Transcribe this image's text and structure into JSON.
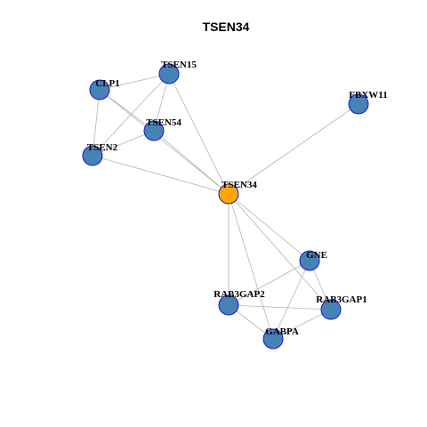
{
  "title": "TSEN34",
  "colors": {
    "hub_fill": "#FFA500",
    "node_fill": "#4682B4",
    "node_stroke": "#1a1acc",
    "edge": "#b4b4b4"
  },
  "nodes": [
    {
      "id": "TSEN34",
      "label": "TSEN34",
      "hub": true
    },
    {
      "id": "CLP1",
      "label": "CLP1"
    },
    {
      "id": "TSEN15",
      "label": "TSEN15"
    },
    {
      "id": "TSEN54",
      "label": "TSEN54"
    },
    {
      "id": "TSEN2",
      "label": "TSEN2"
    },
    {
      "id": "FBXW11",
      "label": "FBXW11"
    },
    {
      "id": "GNE",
      "label": "GNE"
    },
    {
      "id": "RAB3GAP2",
      "label": "RAB3GAP2"
    },
    {
      "id": "RAB3GAP1",
      "label": "RAB3GAP1"
    },
    {
      "id": "GABPA",
      "label": "GABPA"
    }
  ],
  "edges": [
    [
      "CLP1",
      "TSEN15"
    ],
    [
      "CLP1",
      "TSEN54"
    ],
    [
      "CLP1",
      "TSEN2"
    ],
    [
      "CLP1",
      "TSEN34"
    ],
    [
      "TSEN15",
      "TSEN54"
    ],
    [
      "TSEN15",
      "TSEN2"
    ],
    [
      "TSEN15",
      "TSEN34"
    ],
    [
      "TSEN54",
      "TSEN2"
    ],
    [
      "TSEN54",
      "TSEN34"
    ],
    [
      "TSEN2",
      "TSEN34"
    ],
    [
      "FBXW11",
      "TSEN34"
    ],
    [
      "TSEN34",
      "GNE"
    ],
    [
      "TSEN34",
      "RAB3GAP2"
    ],
    [
      "TSEN34",
      "RAB3GAP1"
    ],
    [
      "TSEN34",
      "GABPA"
    ],
    [
      "GNE",
      "RAB3GAP2"
    ],
    [
      "GNE",
      "RAB3GAP1"
    ],
    [
      "GNE",
      "GABPA"
    ],
    [
      "RAB3GAP2",
      "RAB3GAP1"
    ],
    [
      "RAB3GAP2",
      "GABPA"
    ],
    [
      "RAB3GAP1",
      "GABPA"
    ]
  ]
}
